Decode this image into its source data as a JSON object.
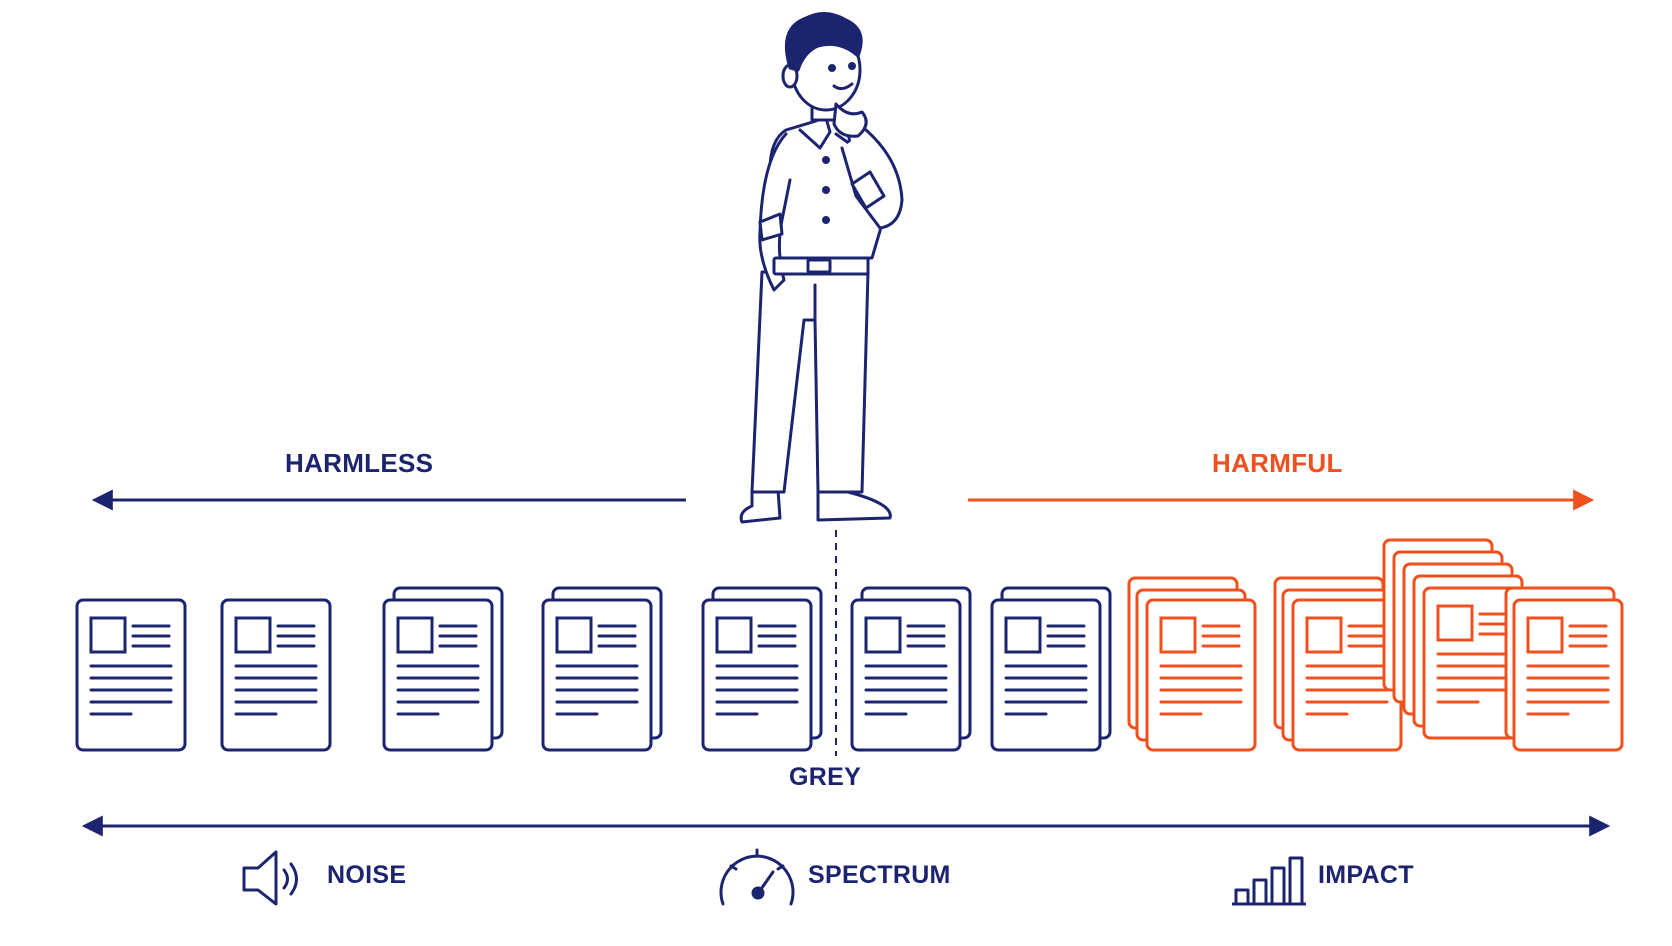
{
  "labels": {
    "harmless": "HARMLESS",
    "harmful": "HARMFUL",
    "grey": "GREY",
    "noise": "NOISE",
    "spectrum": "SPECTRUM",
    "impact": "IMPACT"
  },
  "icons": {
    "noise": "speaker-icon",
    "spectrum": "gauge-icon",
    "impact": "bar-chart-icon"
  },
  "colors": {
    "harmless": "#1c2470",
    "harmful": "#f0501e"
  },
  "document_stacks": [
    {
      "count": 1,
      "tone": "harmless"
    },
    {
      "count": 1,
      "tone": "harmless"
    },
    {
      "count": 2,
      "tone": "harmless"
    },
    {
      "count": 2,
      "tone": "harmless"
    },
    {
      "count": 2,
      "tone": "harmless"
    },
    {
      "count": 2,
      "tone": "harmless"
    },
    {
      "count": 2,
      "tone": "harmless"
    },
    {
      "count": 3,
      "tone": "harmful"
    },
    {
      "count": 3,
      "tone": "harmful"
    },
    {
      "count": 5,
      "tone": "harmful"
    },
    {
      "count": 2,
      "tone": "harmful"
    }
  ]
}
